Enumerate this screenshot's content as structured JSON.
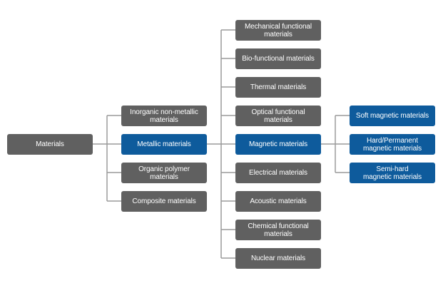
{
  "colors": {
    "gray_box": "#606060",
    "highlight_box": "#0e5b9c",
    "connector": "#9a9a9a",
    "text": "#ffffff"
  },
  "root": {
    "label": "Materials"
  },
  "level1": [
    {
      "label": "Inorganic non-metallic\nmaterials",
      "highlighted": false
    },
    {
      "label": "Metallic materials",
      "highlighted": true
    },
    {
      "label": "Organic polymer\nmaterials",
      "highlighted": false
    },
    {
      "label": "Composite materials",
      "highlighted": false
    }
  ],
  "level2": [
    {
      "label": "Mechanical functional\nmaterials",
      "highlighted": false
    },
    {
      "label": "Bio-functional materials",
      "highlighted": false
    },
    {
      "label": "Thermal materials",
      "highlighted": false
    },
    {
      "label": "Optical functional\nmaterials",
      "highlighted": false
    },
    {
      "label": "Magnetic materials",
      "highlighted": true
    },
    {
      "label": "Electrical materials",
      "highlighted": false
    },
    {
      "label": "Acoustic materials",
      "highlighted": false
    },
    {
      "label": "Chemical functional\nmaterials",
      "highlighted": false
    },
    {
      "label": "Nuclear materials",
      "highlighted": false
    }
  ],
  "level3": [
    {
      "label": "Soft magnetic materials",
      "highlighted": true
    },
    {
      "label": "Hard/Permanent\nmagnetic materials",
      "highlighted": true
    },
    {
      "label": "Semi-hard\nmagnetic materials",
      "highlighted": true
    }
  ]
}
